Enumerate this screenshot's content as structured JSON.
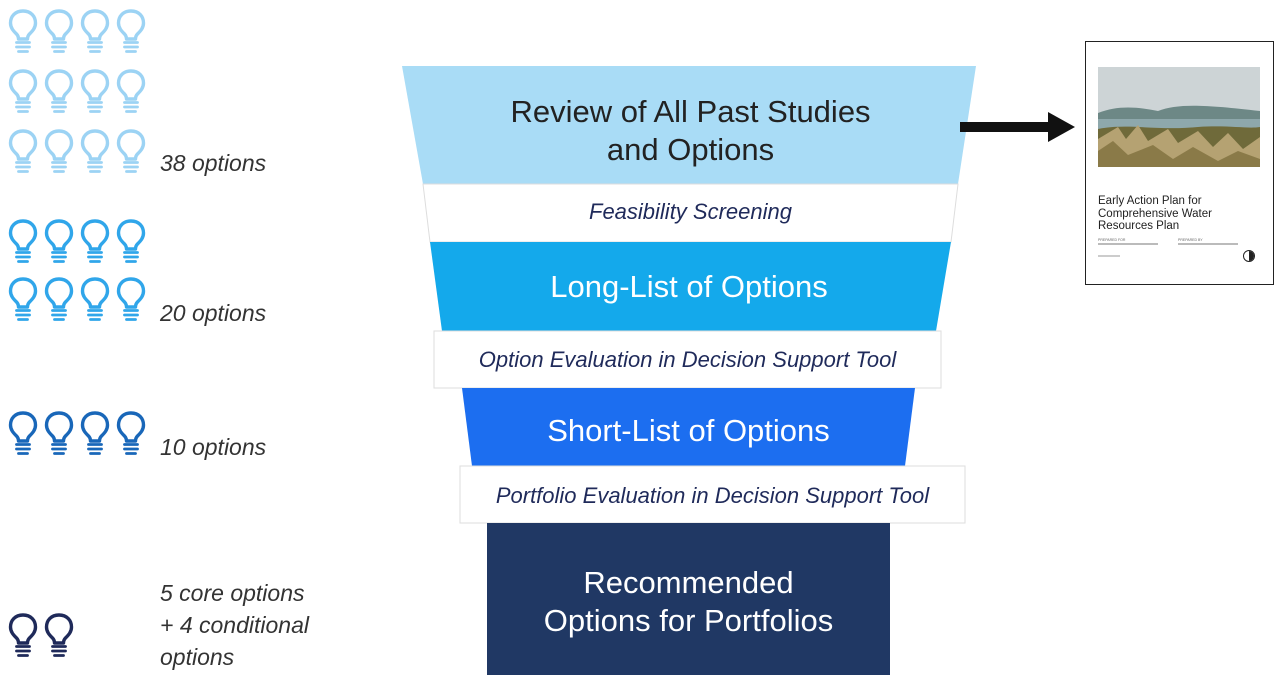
{
  "colors": {
    "bulb_light": "#9cd3f4",
    "bulb_medium": "#30a6ea",
    "bulb_blue": "#1967b9",
    "bulb_navy": "#1f2a5a",
    "stage1": "#a9dcf6",
    "stage2": "#14a9eb",
    "stage3": "#1c6ef0",
    "stage4": "#203864",
    "arrow": "#111111"
  },
  "counts": {
    "row1": "38 options",
    "row2": "20 options",
    "row3": "10 options",
    "row4": "5 core options\n+ 4 conditional\noptions"
  },
  "funnel": {
    "stage1": "Review of All Past Studies\nand Options",
    "filter1": "Feasibility Screening",
    "stage2": "Long-List of Options",
    "filter2": "Option Evaluation in Decision Support Tool",
    "stage3": "Short-List of Options",
    "filter3": "Portfolio Evaluation in Decision Support Tool",
    "stage4": "Recommended\nOptions for Portfolios"
  },
  "report": {
    "title": "Early Action Plan for\nComprehensive Water\nResources Plan",
    "prepared_for": "PREPARED FOR",
    "prepared_by": "PREPARED BY"
  }
}
